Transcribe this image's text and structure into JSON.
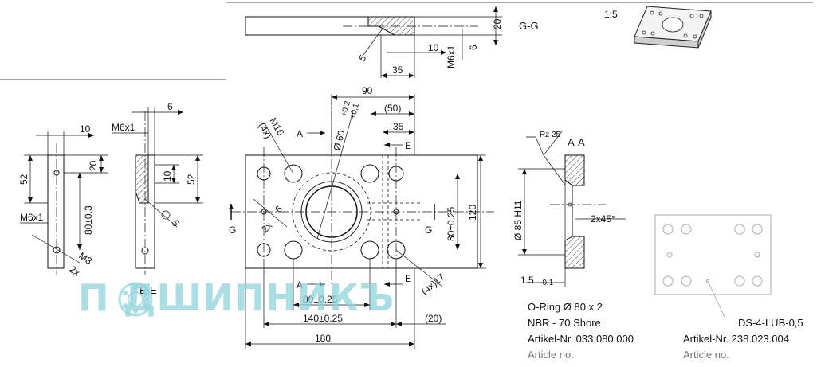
{
  "views": {
    "gg": {
      "label": "G-G",
      "scale": "1:5",
      "dims": [
        "20",
        "5",
        "10",
        "6",
        "M6x1",
        "35"
      ]
    },
    "ee": {
      "label": "E-E",
      "dims": [
        "10",
        "20",
        "52",
        "M6x1",
        "80±0.3",
        "2x",
        "M8"
      ]
    },
    "side": {
      "dims": [
        "6",
        "M6x1",
        "10",
        "52",
        "5"
      ]
    },
    "front": {
      "dims": {
        "w90": "90",
        "w50": "(50)",
        "w35": "35",
        "dia60": "Ø 60",
        "dia60_tol_upper": "+0,2",
        "dia60_tol_lower": "+0,1",
        "m16": "M16",
        "m16_count": "(4x)",
        "d6": "6",
        "d6_count": "2x",
        "v80": "80±0.25",
        "h120": "120",
        "h80": "80±0.25",
        "h140": "140±0.25",
        "h180": "180",
        "h20": "(20)",
        "d17": "17",
        "d17_count": "(4x)"
      },
      "section_marks": {
        "a": "A",
        "e": "E",
        "g": "G"
      }
    },
    "aa": {
      "label": "A-A",
      "roughness": "Rz 25",
      "dia85": "Ø 85 H11",
      "chamfer": "2x45°",
      "thick": "1.5",
      "thick_tol": "-0,1"
    }
  },
  "parts": [
    {
      "line1": "O-Ring Ø 80 x 2",
      "line2": "NBR - 70 Shore",
      "line3": "Artikel-Nr. 033.080.000",
      "line4": "Article no."
    },
    {
      "line1": "DS-4-LUB-0,5",
      "line3": "Artikel-Nr. 238.023.004",
      "line4": "Article no."
    }
  ],
  "watermark": "П ДШИПНИКЪ"
}
